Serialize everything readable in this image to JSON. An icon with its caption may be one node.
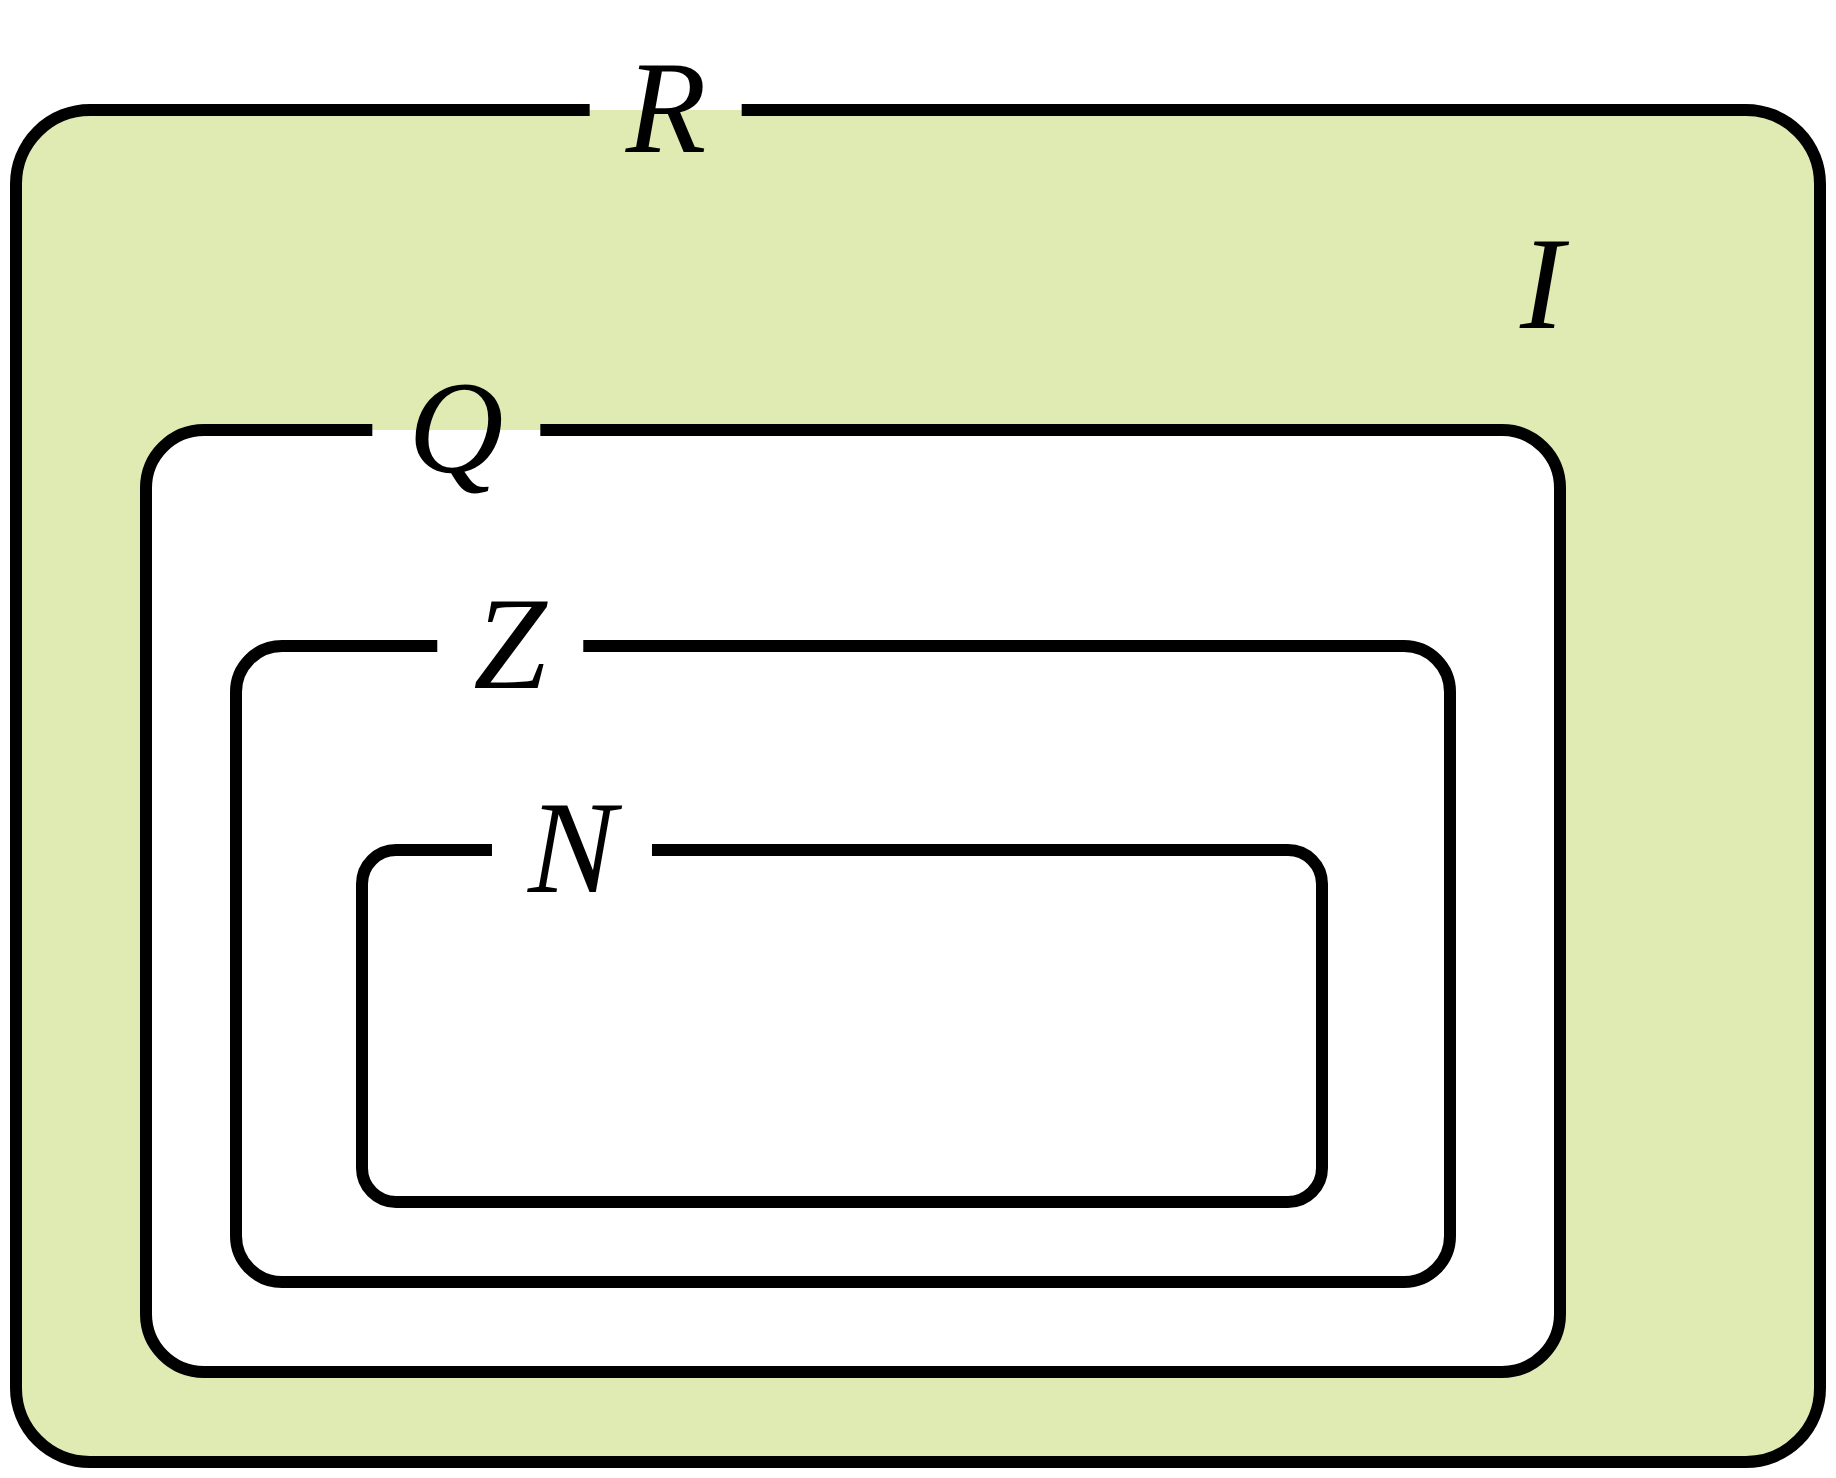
{
  "diagram": {
    "nodes": [
      {
        "text": [
          "R"
        ]
      },
      {
        "text": [
          "Q"
        ],
        "in": 0
      },
      {
        "text": [
          "Z"
        ],
        "in": 1
      },
      {
        "text": [
          "N"
        ],
        "in": 2
      }
    ],
    "labels": [
      "I"
    ]
  }
}
